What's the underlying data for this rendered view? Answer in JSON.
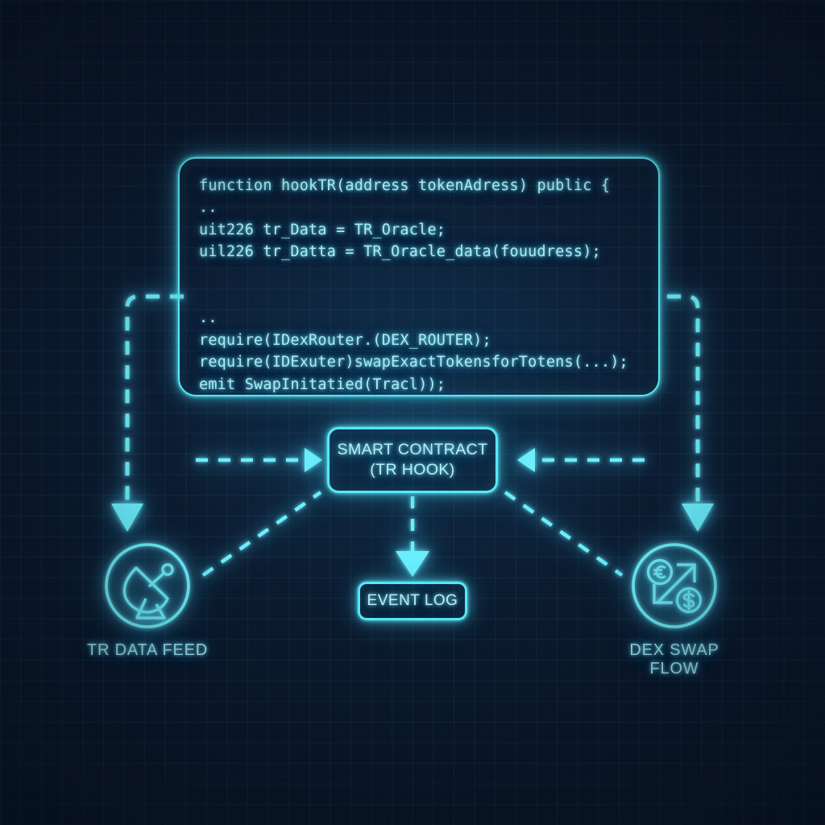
{
  "theme": {
    "background": "#0a1526",
    "grid_line": "#5aaad7",
    "neon_cyan": "#55e9f5",
    "text_cyan": "#a8ecf5",
    "glow_cyan": "#6ceefb"
  },
  "code_panel": {
    "name": "solidity-code-snippet",
    "lines": [
      "function hookTR(address tokenAdress) public {",
      "..",
      "uit226 tr_Data = TR_Oracle;",
      "uil226 tr_Datta = TR_Oracle_data(fouudress);",
      "",
      "",
      "..",
      "require(IDexRouter.(DEX_ROUTER);",
      "require(IDExuter)swapExactTokensforTotens(...);",
      "emit SwapInitatied(Tracl));"
    ],
    "text": "function hookTR(address tokenAdress) public {\n..\nuit226 tr_Data = TR_Oracle;\nuil226 tr_Datta = TR_Oracle_data(fouudress);\n\n\n..\nrequire(IDexRouter.(DEX_ROUTER);\nrequire(IDExuter)swapExactTokensforTotens(...);\nemit SwapInitatied(Tracl));"
  },
  "nodes": {
    "smart_contract": {
      "label": "SMART CONTRACT\n(TR HOOK)",
      "line1": "SMART CONTRACT",
      "line2": "(TR HOOK)"
    },
    "event_log": {
      "label": "EVENT LOG"
    },
    "tr_data_feed": {
      "label": "TR DATA FEED",
      "icon": "satellite-dish-icon"
    },
    "dex_swap_flow": {
      "label": "DEX SWAP FLOW",
      "icon": "currency-swap-icon"
    }
  },
  "connectors": [
    {
      "name": "code-to-tr-feed",
      "style": "dashed",
      "arrow": "down"
    },
    {
      "name": "code-to-dex-swap",
      "style": "dashed",
      "arrow": "down"
    },
    {
      "name": "left-to-smart-contract",
      "style": "dashed",
      "arrow": "right"
    },
    {
      "name": "right-to-smart-contract",
      "style": "dashed",
      "arrow": "left"
    },
    {
      "name": "smart-contract-to-event-log",
      "style": "dashed",
      "arrow": "down"
    },
    {
      "name": "tr-feed-to-smart-contract",
      "style": "dashed",
      "arrow": "none"
    },
    {
      "name": "smart-contract-to-dex-swap",
      "style": "dashed",
      "arrow": "none"
    }
  ]
}
